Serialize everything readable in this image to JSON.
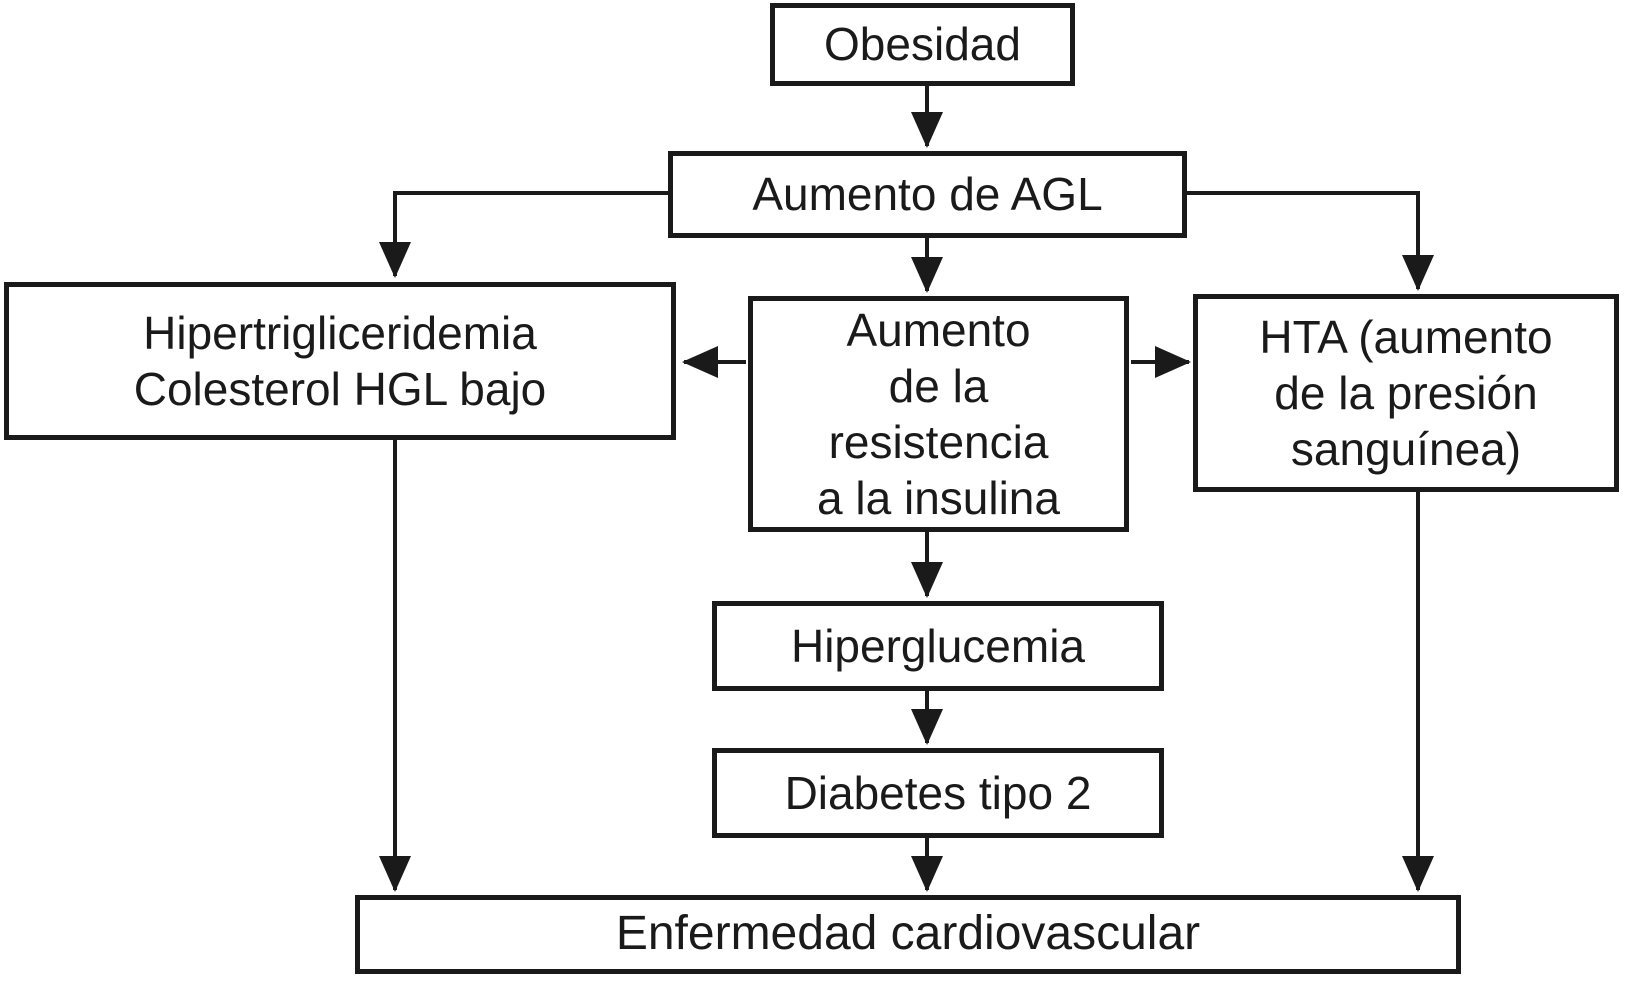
{
  "page": {
    "background": "#ffffff"
  },
  "colors": {
    "stroke": "#1a1a1a",
    "text": "#1a1a1a",
    "node_fill": "#ffffff"
  },
  "diagram": {
    "type": "flowchart",
    "language": "es",
    "nodes": {
      "obesidad": {
        "label": "Obesidad"
      },
      "agl": {
        "label": "Aumento de AGL"
      },
      "lipids": {
        "label": "Hipertrigliceridemia\nColesterol HGL bajo"
      },
      "insulin": {
        "label": "Aumento\nde la\nresistencia\na la insulina"
      },
      "hta": {
        "label": "HTA (aumento\nde la presión\nsanguínea)"
      },
      "hyperglycemia": {
        "label": "Hiperglucemia"
      },
      "diabetes": {
        "label": "Diabetes tipo 2"
      },
      "cvd": {
        "label": "Enfermedad cardiovascular"
      }
    },
    "edges": [
      {
        "from": "obesidad",
        "to": "agl"
      },
      {
        "from": "agl",
        "to": "lipids"
      },
      {
        "from": "agl",
        "to": "insulin"
      },
      {
        "from": "agl",
        "to": "hta"
      },
      {
        "from": "insulin",
        "to": "lipids"
      },
      {
        "from": "insulin",
        "to": "hta"
      },
      {
        "from": "insulin",
        "to": "hyperglycemia"
      },
      {
        "from": "hyperglycemia",
        "to": "diabetes"
      },
      {
        "from": "diabetes",
        "to": "cvd"
      },
      {
        "from": "lipids",
        "to": "cvd"
      },
      {
        "from": "hta",
        "to": "cvd"
      }
    ]
  }
}
